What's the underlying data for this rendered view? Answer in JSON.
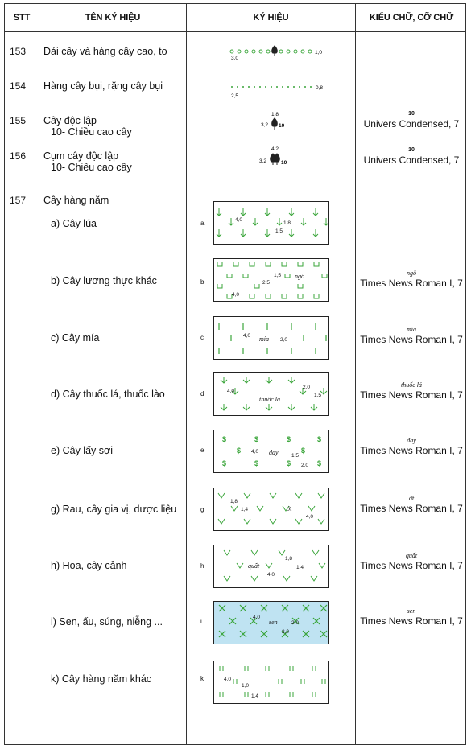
{
  "header": {
    "col1": "STT",
    "col2": "TÊN KÝ HIỆU",
    "col3": "KÝ HIỆU",
    "col4": "KIỂU CHỮ, CỠ CHỮ"
  },
  "rows": [
    {
      "no": "153",
      "name": "Dải cây và hàng cây cao, to",
      "dims": [
        "3,0",
        "1,0"
      ]
    },
    {
      "no": "154",
      "name": "Hàng cây bụi, rặng cây bụi",
      "dims": [
        "2,5",
        "0,8"
      ]
    },
    {
      "no": "155",
      "name": "Cây độc lập",
      "sub": "10- Chiều cao cây",
      "dims": [
        "1,8",
        "3,2",
        "10"
      ],
      "style_small": "10",
      "style_big": "Univers Condensed, 7"
    },
    {
      "no": "156",
      "name": "Cụm cây độc lập",
      "sub": "10- Chiều cao cây",
      "dims": [
        "4,2",
        "3,2",
        "10"
      ],
      "style_small": "10",
      "style_big": "Univers Condensed, 7"
    },
    {
      "no": "157",
      "name": "Cây hàng năm"
    }
  ],
  "subrows": [
    {
      "label": "a) Cây lúa",
      "letter": "a",
      "text": "",
      "dims": [
        "4,0",
        "1,8",
        "1,5"
      ],
      "style_small": "",
      "style_big": ""
    },
    {
      "label": "b) Cây lương thực khác",
      "letter": "b",
      "text": "ngô",
      "dims": [
        "1,5",
        "2,5",
        "4,0"
      ],
      "style_small": "ngô",
      "style_big": "Times News Roman I, 7"
    },
    {
      "label": "c) Cây mía",
      "letter": "c",
      "text": "mía",
      "dims": [
        "4,0",
        "2,0"
      ],
      "style_small": "mía",
      "style_big": "Times News Roman I, 7"
    },
    {
      "label": "d) Cây thuốc lá, thuốc lào",
      "letter": "d",
      "text": "thuốc lá",
      "dims": [
        "4,0",
        "2,0",
        "1,5"
      ],
      "style_small": "thuốc lá",
      "style_big": "Times News Roman I, 7"
    },
    {
      "label": "e) Cây lấy sợi",
      "letter": "e",
      "text": "đay",
      "dims": [
        "4,0",
        "1,5",
        "2,0"
      ],
      "style_small": "đay",
      "style_big": "Times News Roman I, 7"
    },
    {
      "label": "g) Rau, cây gia vị, dược liệu",
      "letter": "g",
      "text": "ớt",
      "dims": [
        "1,8",
        "1,4",
        "4,0"
      ],
      "style_small": "ớt",
      "style_big": "Times News Roman I, 7"
    },
    {
      "label": "h) Hoa, cây cảnh",
      "letter": "h",
      "text": "quất",
      "dims": [
        "1,8",
        "1,4",
        "4,0"
      ],
      "style_small": "quất",
      "style_big": "Times News Roman I, 7"
    },
    {
      "label": "i) Sen, ấu, súng, niễng ...",
      "letter": "i",
      "text": "sen",
      "dims": [
        "4,0",
        "2,0",
        "2,0"
      ],
      "style_small": "sen",
      "style_big": "Times News Roman I, 7"
    },
    {
      "label": "k) Cây hàng năm khác",
      "letter": "k",
      "text": "",
      "dims": [
        "4,0",
        "1,0",
        "1,4"
      ],
      "style_small": "",
      "style_big": ""
    }
  ],
  "colors": {
    "symbol_green": "#3aa53a",
    "water_fill": "#bfe3f2",
    "border": "#333333"
  }
}
